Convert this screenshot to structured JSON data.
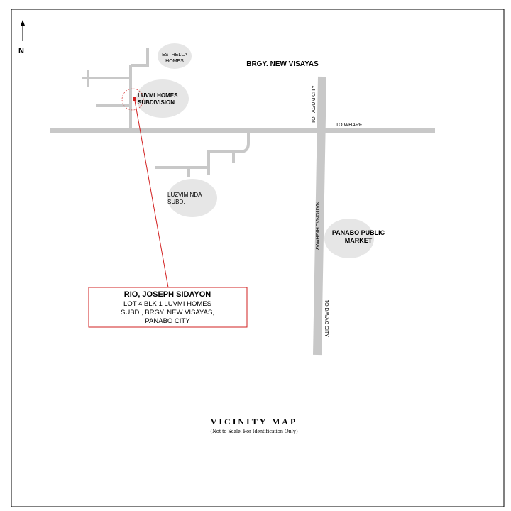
{
  "colors": {
    "road": "#c8c8c8",
    "blob": "#e6e6e6",
    "pointer": "#d22020",
    "border": "#000000",
    "text": "#000000"
  },
  "north": {
    "arrow_icon": "north-arrow-icon",
    "label": "N"
  },
  "places": {
    "estrella_line1": "ESTRELLA",
    "estrella_line2": "HOMES",
    "brgy": "BRGY. NEW VISAYAS",
    "luvmi_line1": "LUVMI HOMES",
    "luvmi_line2": "SUBDIVISION",
    "luzviminda_line1": "LUZVIMINDA",
    "luzviminda_line2": "SUBD.",
    "market_line1": "PANABO PUBLIC",
    "market_line2": "MARKET"
  },
  "roads": {
    "to_tagum": "TO TAGUM CITY",
    "to_wharf": "TO WHARF",
    "national_highway": "NATIONAL HIGHWAY",
    "to_davao": "TO DAVAO CITY"
  },
  "callout": {
    "name": "RIO, JOSEPH SIDAYON",
    "address_line1": "LOT 4 BLK 1 LUVMI HOMES",
    "address_line2": "SUBD., BRGY. NEW VISAYAS,",
    "address_line3": "PANABO CITY"
  },
  "footer": {
    "title": "VICINITY MAP",
    "subtitle": "(Not to Scale. For Identification Only)"
  }
}
